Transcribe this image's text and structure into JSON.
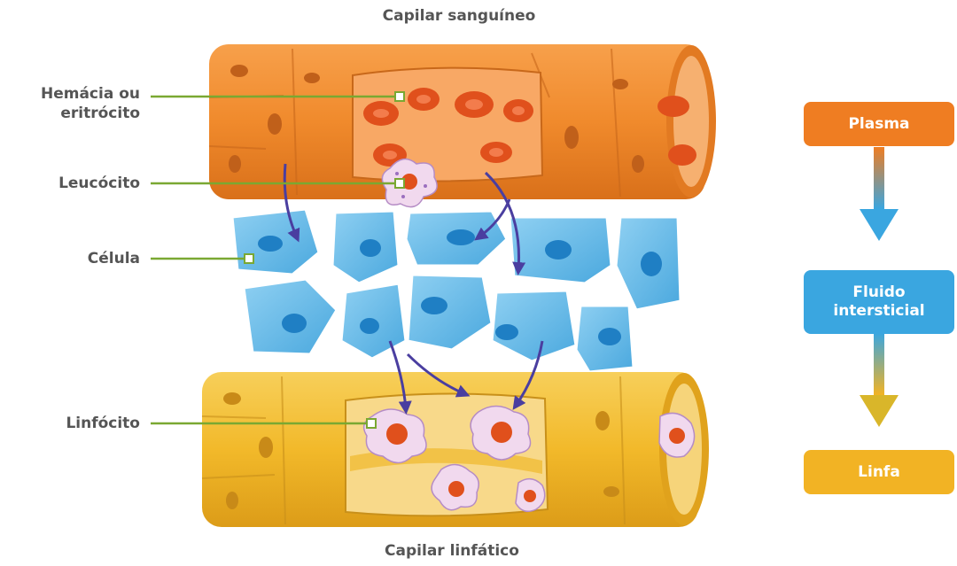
{
  "diagram": {
    "title_top": "Capilar sanguíneo",
    "title_bottom": "Capilar linfático",
    "labels": {
      "hemacia_line1": "Hemácia ou",
      "hemacia_line2": "eritrócito",
      "leucocito": "Leucócito",
      "celula": "Célula",
      "linfocito": "Linfócito"
    }
  },
  "flow": {
    "plasma": "Plasma",
    "fluido_line1": "Fluido",
    "fluido_line2": "intersticial",
    "linfa": "Linfa"
  },
  "colors": {
    "blood_capillary": "#f08a2c",
    "lymph_capillary": "#f2b92a",
    "cell": "#5fb6e6",
    "cell_nucleus": "#1f7fc4",
    "erythrocyte": "#e0501c",
    "leader_line": "#7aa832",
    "migration_arrow": "#4a3ea0",
    "plasma_box": "#ef7d22",
    "fluido_box": "#3aa6e0",
    "linfa_box": "#f2b324"
  }
}
